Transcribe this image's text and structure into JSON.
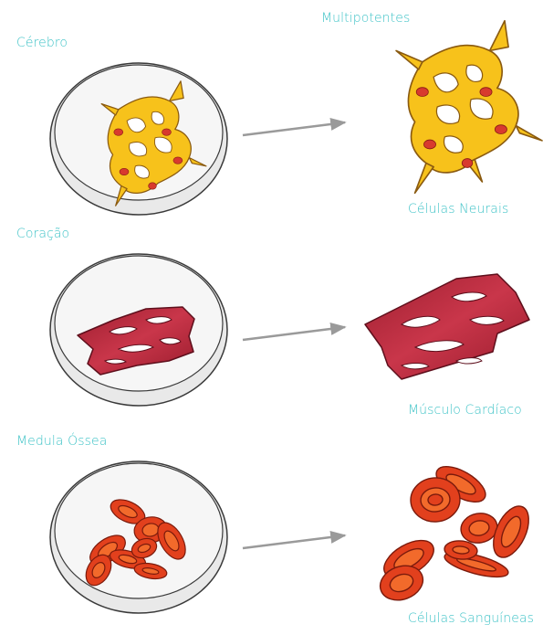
{
  "title": "Multipotentes",
  "colors": {
    "label": "#3fc3c7",
    "arrow": "#9a9a9a",
    "dish_rim": "#e9e9e9",
    "dish_inner": "#f6f6f6",
    "dish_stroke": "#3a3a3a",
    "neural_fill": "#f7c21b",
    "neural_stroke": "#8a5a10",
    "nucleus": "#d83a2e",
    "cardiac_fill": "#b5273a",
    "cardiac_stroke": "#5e0f1c",
    "blood_outer": "#e2401d",
    "blood_inner": "#f26a2b",
    "blood_stroke": "#7a1a0c"
  },
  "rows": [
    {
      "source": "Cérebro",
      "result": "Células Neurais",
      "cell_type": "neural"
    },
    {
      "source": "Coração",
      "result": "Músculo Cardíaco",
      "cell_type": "cardiac"
    },
    {
      "source": "Medula Óssea",
      "result": "Células Sanguíneas",
      "cell_type": "blood"
    }
  ]
}
